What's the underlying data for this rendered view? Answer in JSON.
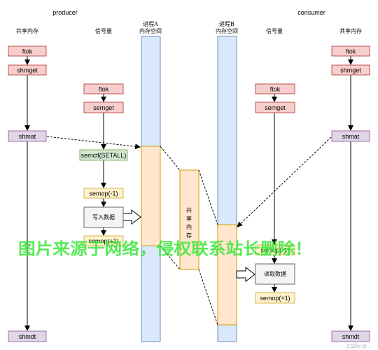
{
  "headers": {
    "producer": "producer",
    "consumer": "consumer"
  },
  "columns": {
    "shm_left": "共享内存",
    "sem_left": "信号量",
    "proc_a_line1": "进程A",
    "proc_a_line2": "内存空间",
    "proc_b_line1": "进程B",
    "proc_b_line2": "内存空间",
    "sem_right": "信号量",
    "shm_right": "共享内存"
  },
  "producer": {
    "ftok": "ftok",
    "shmget": "shmget",
    "shmat": "shmat",
    "shmdt": "shmdt",
    "sem_ftok": "ftok",
    "semget": "semget",
    "semctl": "semctl(SETALL)",
    "semop_lock": "semop(-1)",
    "write": "写入数据",
    "semop_unlock": "semop(+1)"
  },
  "consumer": {
    "ftok": "ftok",
    "shmget": "shmget",
    "shmat": "shmat",
    "shmdt": "shmdt",
    "sem_ftok": "ftok",
    "semget": "semget",
    "semop_lock": "semop(-1)",
    "read": "读取数据",
    "semop_unlock": "semop(+1)"
  },
  "shared_memory": {
    "c1": "共",
    "c2": "享",
    "c3": "内",
    "c4": "存"
  },
  "watermark": "图片来源于网络，侵权联系站长删除！",
  "footer": "CSDN @..."
}
